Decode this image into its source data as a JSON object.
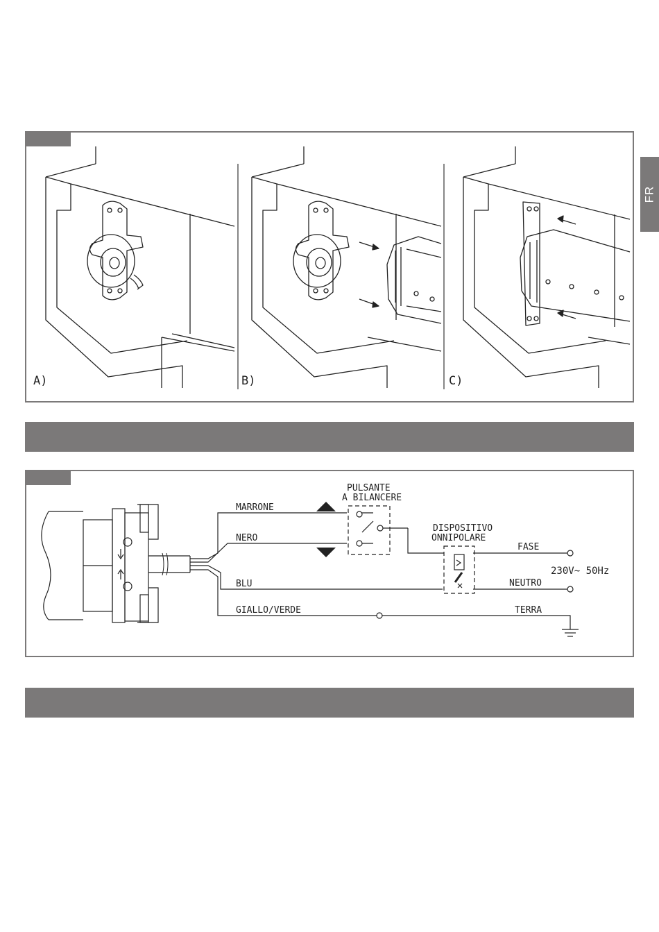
{
  "lang_tab": {
    "label": "FR"
  },
  "fig1": {
    "panels": [
      {
        "label": "A)"
      },
      {
        "label": "B)"
      },
      {
        "label": "C)"
      }
    ]
  },
  "fig2": {
    "switch": {
      "line1": "PULSANTE",
      "line2": "A BILANCERE"
    },
    "device": {
      "line1": "DISPOSITIVO",
      "line2": "ONNIPOLARE"
    },
    "wires": {
      "brown": "MARRONE",
      "black": "NERO",
      "blue": "BLU",
      "ground": "GIALLO/VERDE"
    },
    "terminals": {
      "phase": "FASE",
      "neutral": "NEUTRO",
      "earth": "TERRA",
      "supply": "230V~ 50Hz"
    }
  },
  "colors": {
    "accent_gray": "#7b7979",
    "line": "#222222"
  }
}
